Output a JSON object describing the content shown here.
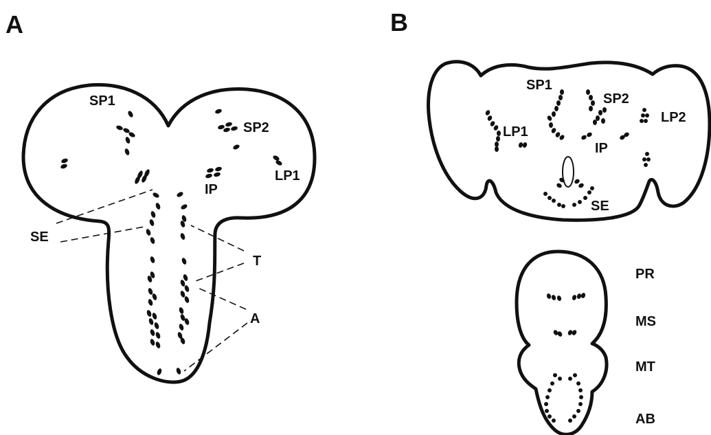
{
  "panels": {
    "a": {
      "letter": "A",
      "labels": {
        "sp1": "SP1",
        "sp2": "SP2",
        "lp1": "LP1",
        "ip": "IP",
        "se": "SE",
        "t": "T",
        "a": "A"
      }
    },
    "b": {
      "letter": "B",
      "brain_labels": {
        "sp1": "SP1",
        "sp2": "SP2",
        "lp1": "LP1",
        "lp2": "LP2",
        "ip": "IP",
        "se": "SE"
      },
      "vnc_labels": {
        "pr": "PR",
        "ms": "MS",
        "mt": "MT",
        "ab": "AB"
      }
    }
  },
  "colors": {
    "ink": "#111111",
    "background": "#ffffff"
  }
}
